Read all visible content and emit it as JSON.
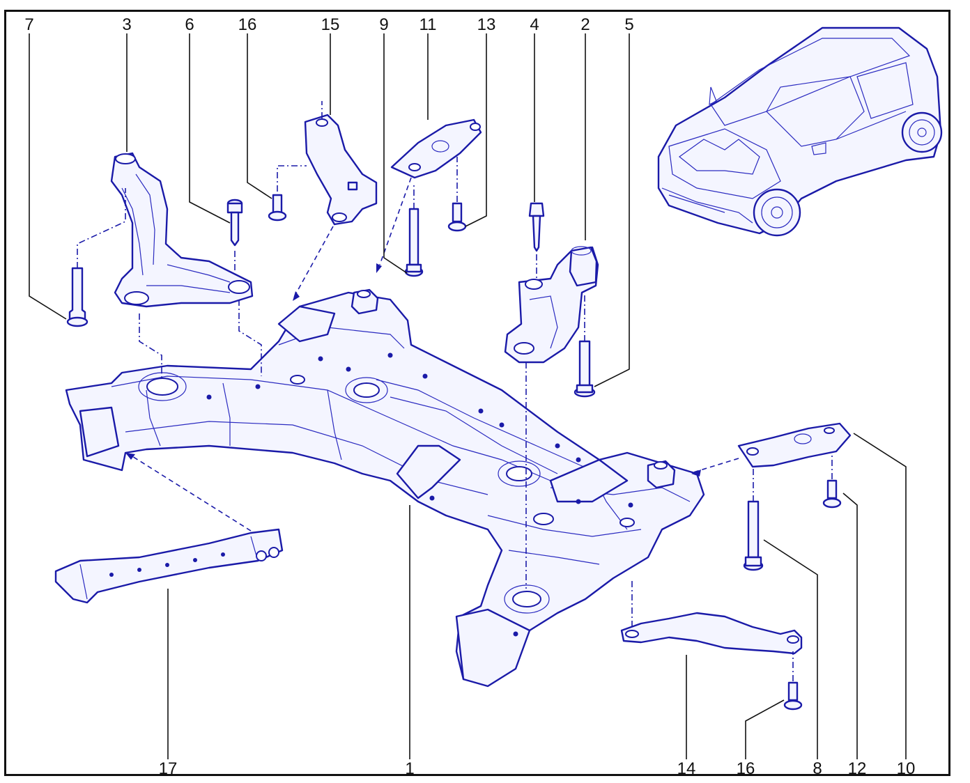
{
  "colors": {
    "line_art": "#1a1aa8",
    "labels": "#111111",
    "background": "#ffffff"
  },
  "callouts": {
    "c7": "7",
    "c3": "3",
    "c6": "6",
    "c16a": "16",
    "c15": "15",
    "c9": "9",
    "c11": "11",
    "c13": "13",
    "c4": "4",
    "c2": "2",
    "c5": "5",
    "c17": "17",
    "c1": "1",
    "c14": "14",
    "c16b": "16",
    "c8": "8",
    "c12": "12",
    "c10": "10"
  }
}
